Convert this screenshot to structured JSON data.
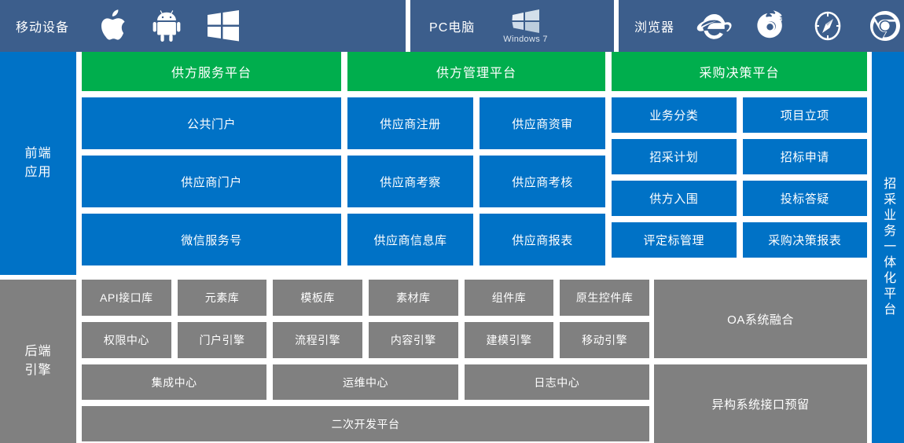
{
  "topbar": {
    "segments": [
      {
        "label": "移动设备",
        "icons": [
          "apple-icon",
          "android-icon",
          "windows-phone-icon"
        ]
      },
      {
        "label": "PC电脑",
        "icons": [
          "windows7-icon"
        ],
        "icon_caption": "Windows 7"
      },
      {
        "label": "浏览器",
        "icons": [
          "internet-explorer-icon",
          "firefox-icon",
          "safari-icon",
          "chrome-icon"
        ]
      }
    ]
  },
  "frontend": {
    "side_label": "前端\n应用",
    "side_label_line1": "前端",
    "side_label_line2": "应用",
    "columns": [
      {
        "header": "供方服务平台",
        "tiles": [
          "公共门户",
          "供应商门户",
          "微信服务号"
        ]
      },
      {
        "header": "供方管理平台",
        "tiles": [
          "供应商注册",
          "供应商资审",
          "供应商考察",
          "供应商考核",
          "供应商信息库",
          "供应商报表"
        ]
      },
      {
        "header": "采购决策平台",
        "tiles": [
          "业务分类",
          "项目立项",
          "招采计划",
          "招标申请",
          "供方入围",
          "投标答疑",
          "评定标管理",
          "采购决策报表"
        ]
      }
    ]
  },
  "backend": {
    "side_label_line1": "后端",
    "side_label_line2": "引擎",
    "row1": [
      "API接口库",
      "元素库",
      "模板库",
      "素材库",
      "组件库",
      "原生控件库"
    ],
    "row2": [
      "权限中心",
      "门户引擎",
      "流程引擎",
      "内容引擎",
      "建模引擎",
      "移动引擎"
    ],
    "row3": [
      "集成中心",
      "运维中心",
      "日志中心"
    ],
    "row4": [
      "二次开发平台"
    ],
    "right": [
      "OA系统融合",
      "异构系统接口预留"
    ]
  },
  "right_sidebar": {
    "label": "招采业务一体化平台"
  },
  "colors": {
    "topbar_blue": "#3c5e8c",
    "accent_blue": "#0072c6",
    "accent_green": "#00ae4d",
    "gray": "#808080",
    "white": "#ffffff"
  }
}
